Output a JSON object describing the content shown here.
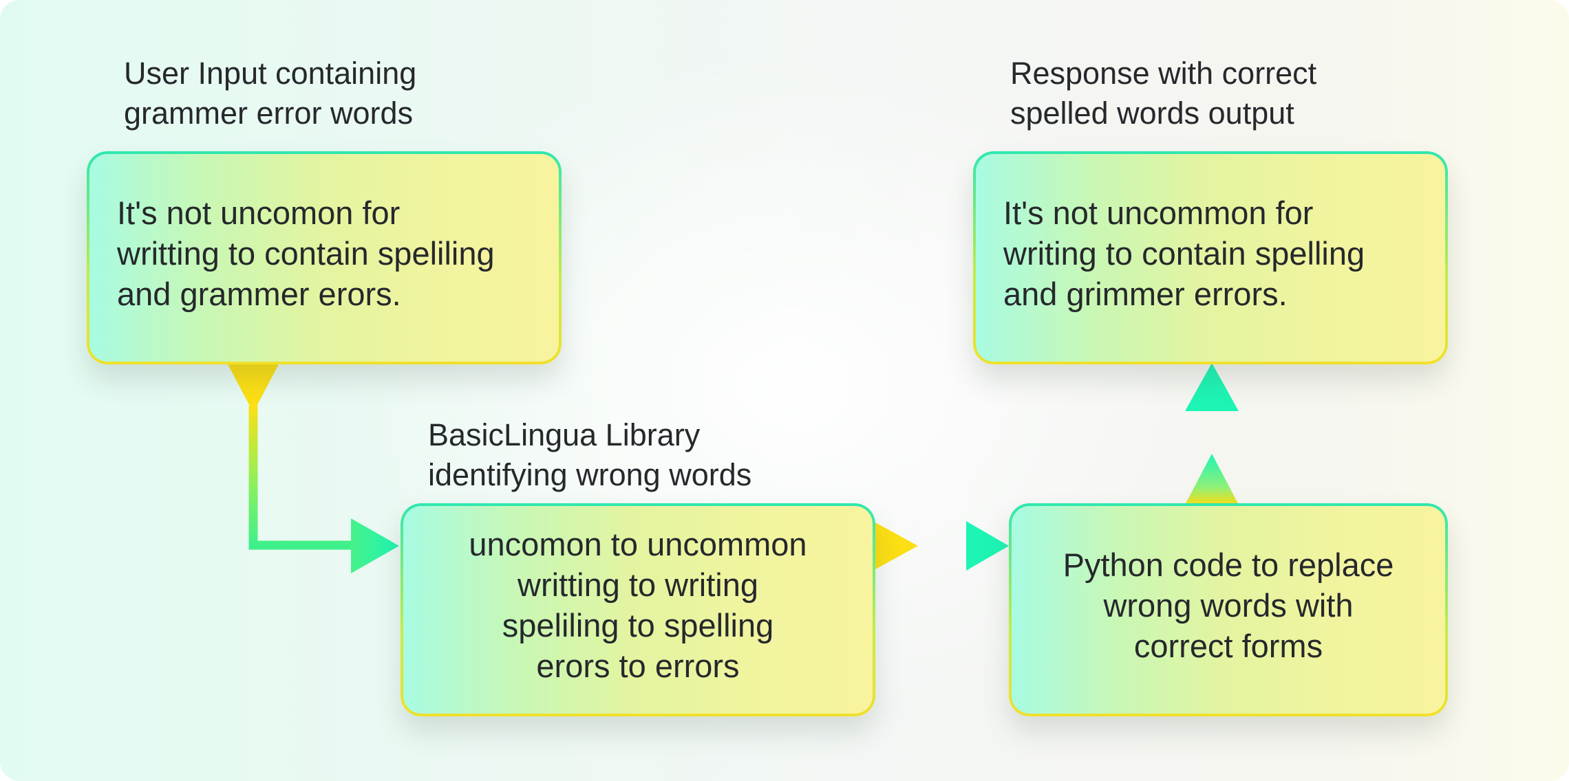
{
  "colors": {
    "box_fill_start": "#a8fbe2",
    "box_fill_end": "#f8f39e",
    "arrow_green": "#1ef5b4",
    "arrow_yellow": "#fcdf14",
    "text": "#26282c"
  },
  "captions": {
    "input": [
      "User Input containing",
      "grammer error words"
    ],
    "library": [
      "BasicLingua Library",
      "identifying wrong words"
    ],
    "output": [
      "Response with correct",
      "spelled words output"
    ]
  },
  "boxes": {
    "input": [
      "It's not uncomon for",
      "writting to contain speliling",
      "and grammer erors."
    ],
    "library": [
      "uncomon to uncommon",
      "writting to writing",
      "speliling to spelling",
      "erors to errors"
    ],
    "python": [
      "Python code to replace",
      "wrong words with",
      "correct forms"
    ],
    "output": [
      "It's not uncommon for",
      "writing to contain spelling",
      "and grimmer errors."
    ]
  }
}
